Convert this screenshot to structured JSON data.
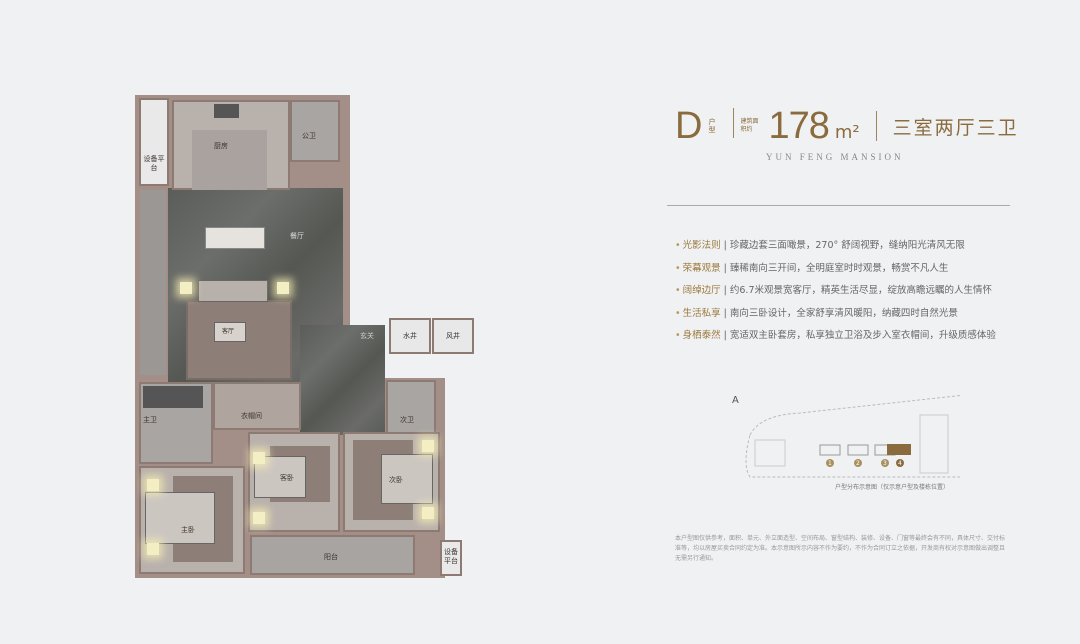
{
  "header": {
    "unit_letter": "D",
    "unit_word": "户型",
    "area_caption": "建筑面积约",
    "area_value": "178",
    "area_unit": "m²",
    "layout": "三室两厅三卫",
    "project_name": "YUN FENG MANSION"
  },
  "features": [
    {
      "key": "光影法则",
      "text": "珍藏边套三面噉景，270° 舒阔视野，缝纳阳光清风无限"
    },
    {
      "key": "荣幕观景",
      "text": "臻稀南向三开间，全明庭室时时观景，畅赏不凡人生"
    },
    {
      "key": "阔绰边厅",
      "text": "约6.7米观景宽客厅，精英生活尽显，绽放高瞻远瞩的人生情怀"
    },
    {
      "key": "生活私享",
      "text": "南向三卧设计，全家舒享清风暖阳，纳藏四时自然光景"
    },
    {
      "key": "身栖泰然",
      "text": "宽适双主卧套房，私享独立卫浴及步入室衣帽间，升级质感体验"
    }
  ],
  "site_map": {
    "caption": "户型分布示意图（仅示意户型及楼栋位置）",
    "markers": [
      "1",
      "2",
      "3",
      "4"
    ]
  },
  "disclaimer": "本户型图仅供参考，面积、单元、外立面造型、空间布局、窗型结构、装修、设备、门窗等最终会有不同，具体尺寸、交付标准等，均以房屋买卖合同约定为准。本示意图所示内容不作为要约，不作为合同订立之依据，开发商有权对示意图做出调整且无需另行通知。",
  "rooms": {
    "equipment_platform_1": "设备平台",
    "kitchen": "厨房",
    "public_bath": "公卫",
    "dining": "餐厅",
    "living": "客厅",
    "foyer": "玄关",
    "water_shaft": "水井",
    "air_shaft": "风井",
    "master_bath": "主卫",
    "closet": "衣帽间",
    "second_bath": "次卫",
    "guest_bedroom": "客卧",
    "second_bedroom": "次卧",
    "master_bedroom": "主卧",
    "balcony": "阳台",
    "equipment_platform_2": "设备平台"
  },
  "colors": {
    "accent": "#8a6b3e",
    "background": "#f0f1f3"
  }
}
